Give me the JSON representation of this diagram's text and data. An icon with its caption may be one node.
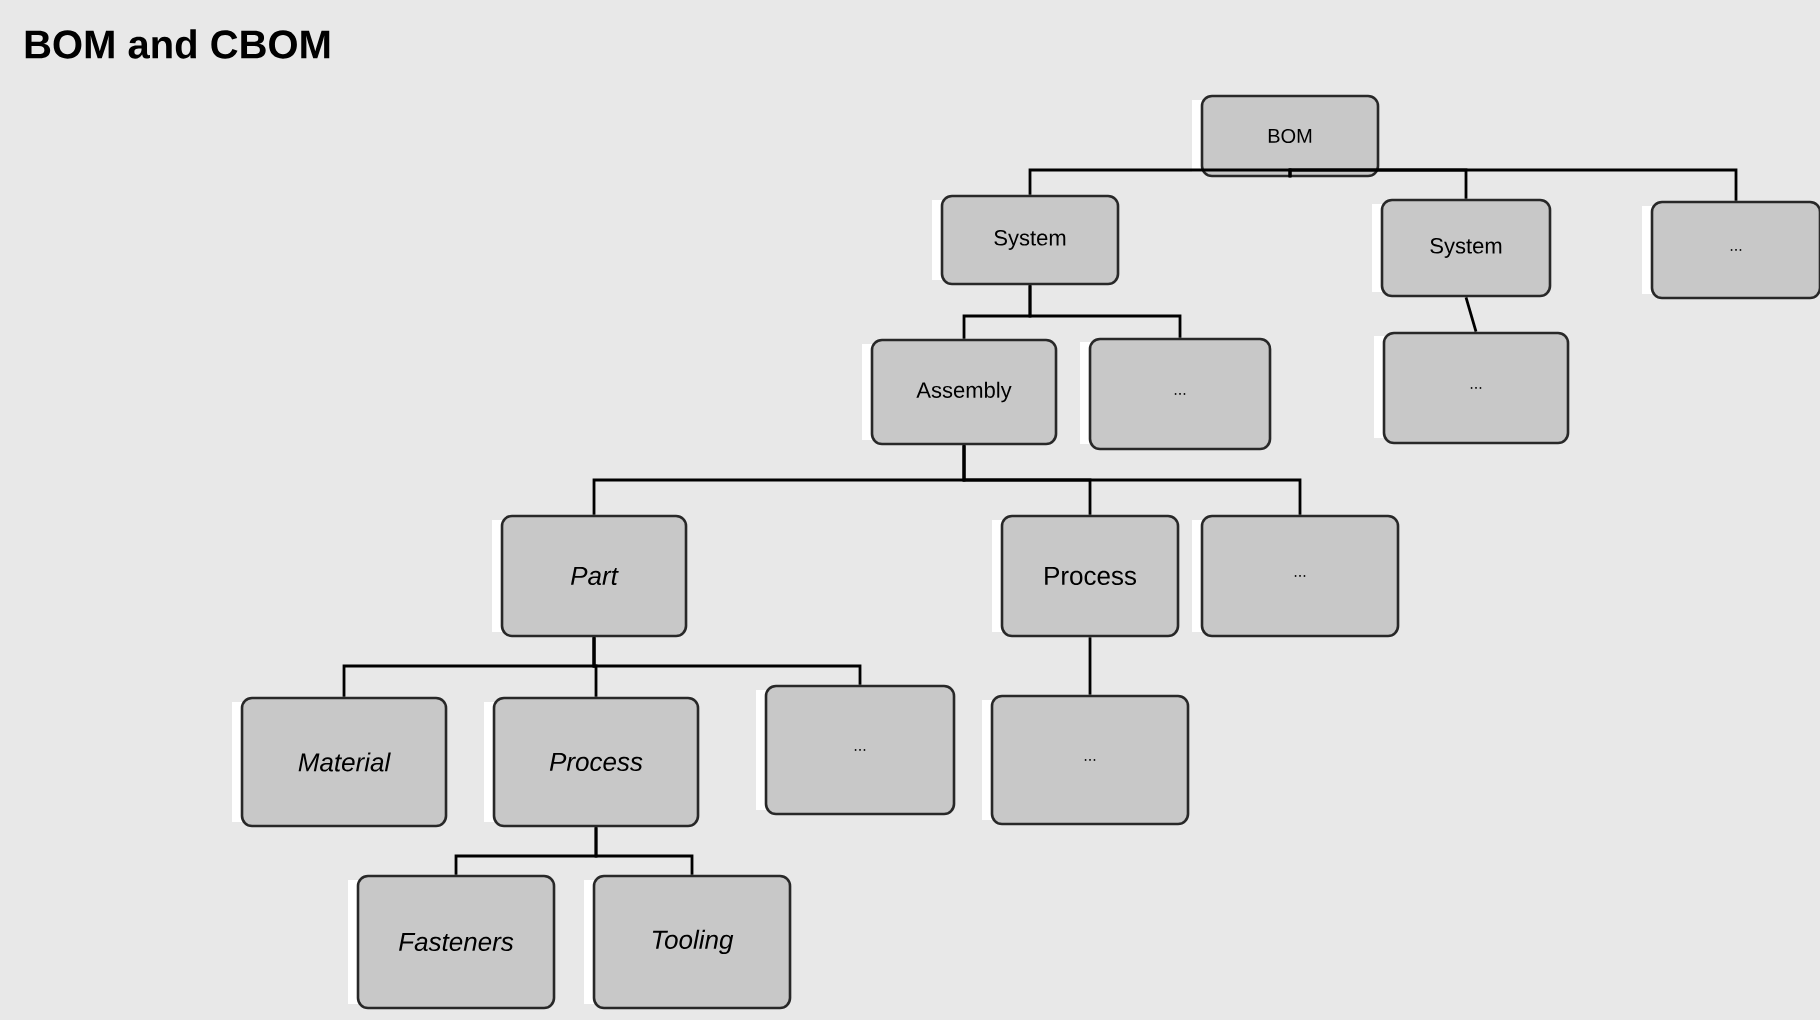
{
  "diagram": {
    "title": "BOM and CBOM",
    "nodes": [
      {
        "text": [
          "BOM"
        ]
      },
      {
        "text": [
          "System"
        ]
      },
      {
        "text": [
          "System"
        ]
      },
      {
        "text": [
          "..."
        ]
      },
      {
        "text": [
          "Assembly"
        ]
      },
      {
        "text": [
          "..."
        ]
      },
      {
        "text": [
          "..."
        ]
      },
      {
        "text": [
          "Part"
        ]
      },
      {
        "text": [
          "Process"
        ]
      },
      {
        "text": [
          "..."
        ]
      },
      {
        "text": [
          "Material"
        ]
      },
      {
        "text": [
          "Process"
        ]
      },
      {
        "text": [
          "..."
        ]
      },
      {
        "text": [
          "..."
        ]
      },
      {
        "text": [
          "Fasteners"
        ]
      },
      {
        "text": [
          "Tooling"
        ]
      }
    ],
    "edges": [
      {
        "from": 0,
        "to": 1,
        "arrow": "none"
      },
      {
        "from": 0,
        "to": 2,
        "arrow": "none"
      },
      {
        "from": 0,
        "to": 3,
        "arrow": "none"
      },
      {
        "from": 1,
        "to": 4,
        "arrow": "none"
      },
      {
        "from": 1,
        "to": 5,
        "arrow": "none"
      },
      {
        "from": 2,
        "to": 6,
        "arrow": "none"
      },
      {
        "from": 4,
        "to": 7,
        "arrow": "none"
      },
      {
        "from": 4,
        "to": 8,
        "arrow": "none"
      },
      {
        "from": 4,
        "to": 9,
        "arrow": "none"
      },
      {
        "from": 7,
        "to": 10,
        "arrow": "none"
      },
      {
        "from": 7,
        "to": 11,
        "arrow": "none"
      },
      {
        "from": 7,
        "to": 12,
        "arrow": "none"
      },
      {
        "from": 8,
        "to": 13,
        "arrow": "none"
      },
      {
        "from": 11,
        "to": 14,
        "arrow": "none"
      },
      {
        "from": 11,
        "to": 15,
        "arrow": "none"
      }
    ]
  }
}
